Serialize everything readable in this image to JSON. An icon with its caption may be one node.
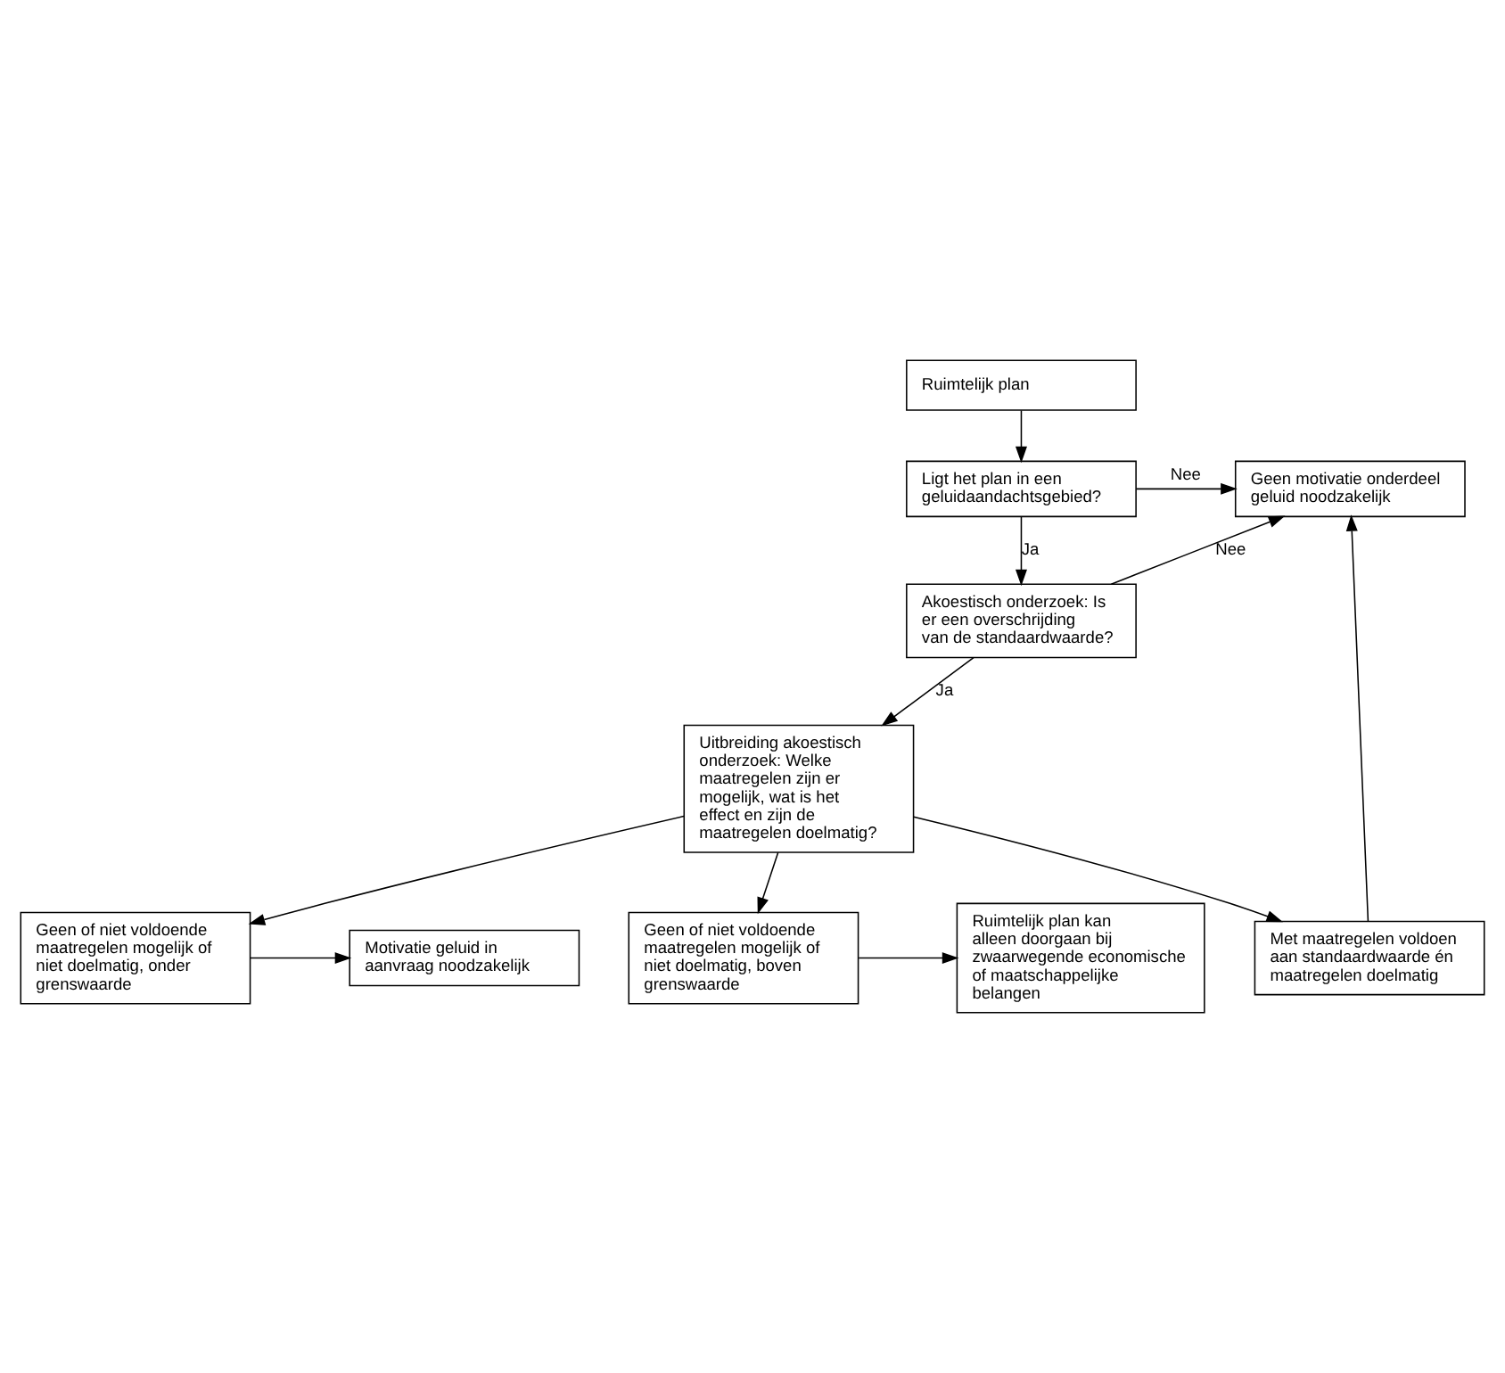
{
  "diagram": {
    "nodes": [
      {
        "text": [
          "Ruimtelijk plan"
        ]
      },
      {
        "text": [
          "Ligt het plan in een geluidaandachtsgebied?"
        ]
      },
      {
        "text": [
          "Geen motivatie onderdeel geluid noodzakelijk"
        ]
      },
      {
        "text": [
          "Akoestisch onderzoek: Is er een overschrijding van de standaardwaarde?"
        ]
      },
      {
        "text": [
          "Uitbreiding akoestisch onderzoek: Welke maatregelen zijn er mogelijk, wat is het effect en zijn de maatregelen doelmatig?"
        ]
      },
      {
        "text": [
          "Met maatregelen voldoen aan standaardwaarde én maatregelen doelmatig"
        ]
      },
      {
        "text": [
          "Geen of niet voldoende maatregelen mogelijk of niet doelmatig, onder grenswaarde"
        ]
      },
      {
        "text": [
          "Motivatie geluid in aanvraag noodzakelijk"
        ]
      },
      {
        "text": [
          "Geen of niet voldoende maatregelen mogelijk of niet doelmatig, boven grenswaarde"
        ]
      },
      {
        "text": [
          "Ruimtelijk plan kan alleen doorgaan bij zwaarwegende economische of maatschappelijke belangen"
        ]
      }
    ],
    "edges": [
      {
        "from": 0,
        "to": 1,
        "arrow": "to"
      },
      {
        "from": 1,
        "to": 2,
        "arrow": "to",
        "label": "Nee"
      },
      {
        "from": 1,
        "to": 3,
        "arrow": "to",
        "label": "Ja"
      },
      {
        "from": 3,
        "to": 2,
        "arrow": "to",
        "label": "Nee"
      },
      {
        "from": 3,
        "to": 4,
        "arrow": "to",
        "label": "Ja"
      },
      {
        "from": 4,
        "to": 5,
        "arrow": "to"
      },
      {
        "from": 4,
        "to": 6,
        "arrow": "to"
      },
      {
        "from": 4,
        "to": 8,
        "arrow": "to"
      },
      {
        "from": 5,
        "to": 2,
        "arrow": "to"
      },
      {
        "from": 6,
        "to": 7,
        "arrow": "to"
      },
      {
        "from": 8,
        "to": 9,
        "arrow": "to"
      }
    ]
  }
}
